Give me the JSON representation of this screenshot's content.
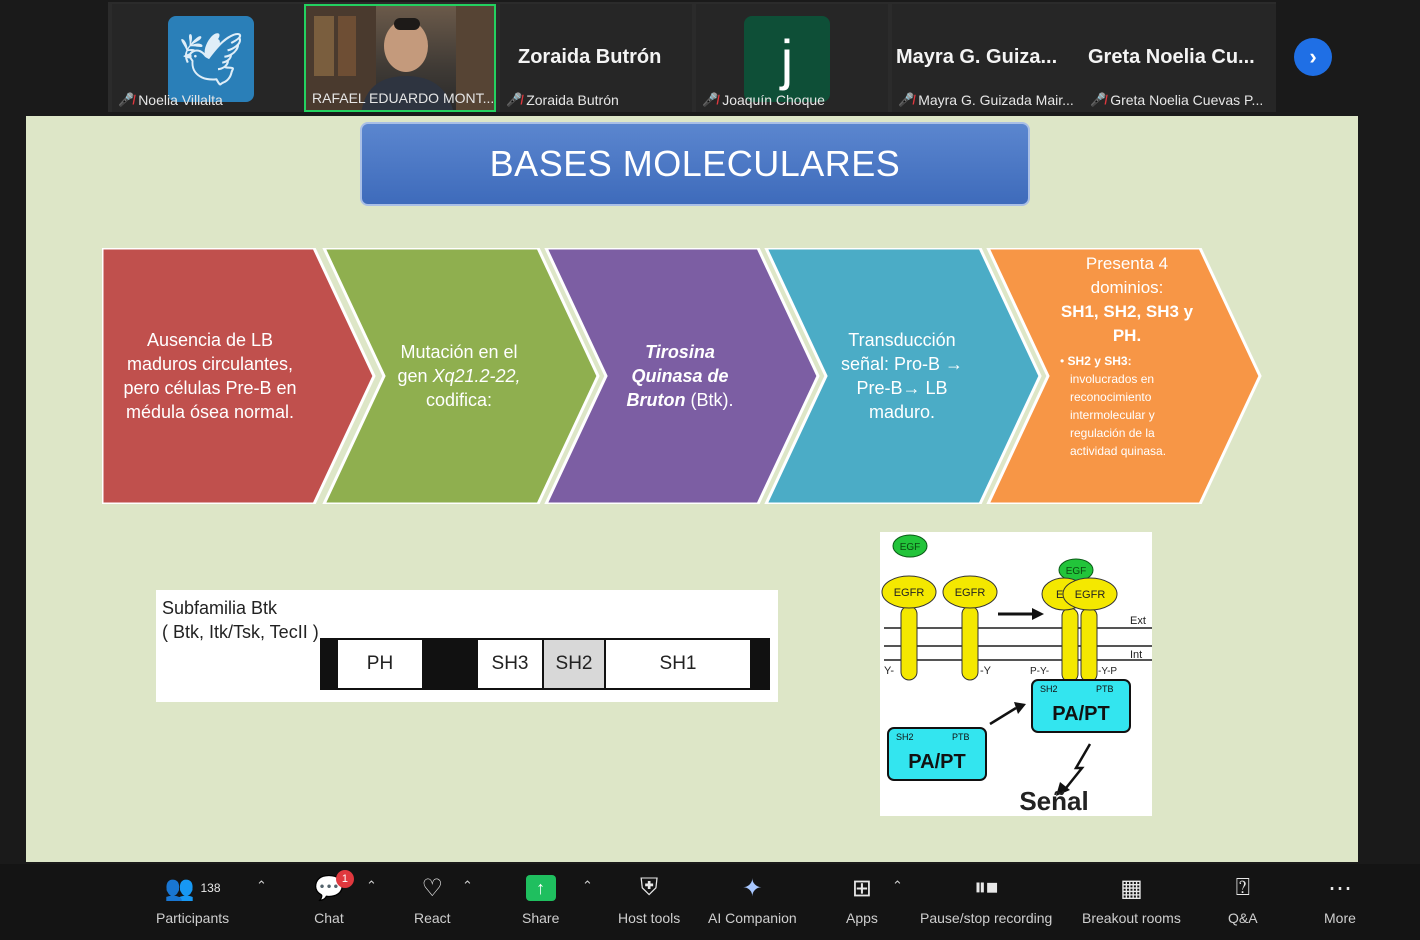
{
  "gallery": {
    "tiles": [
      {
        "name": "Noelia Villalta",
        "muted": true
      },
      {
        "name": "RAFAEL EDUARDO MONT...",
        "muted": false,
        "video": true
      },
      {
        "display": "Zoraida Butrón",
        "name": "Zoraida Butrón",
        "muted": true
      },
      {
        "avatar_letter": "j",
        "name": "Joaquín Choque",
        "muted": true
      },
      {
        "display": "Mayra G. Guiza...",
        "name": "Mayra G. Guizada Mair...",
        "muted": true
      },
      {
        "display": "Greta Noelia Cu...",
        "name": "Greta Noelia Cuevas P...",
        "muted": true
      }
    ]
  },
  "slide": {
    "title": "BASES MOLECULARES",
    "chevrons": [
      {
        "text": "Ausencia de LB maduros circulantes, pero células Pre-B en médula ósea normal.",
        "color": "#c0504d"
      },
      {
        "text_a": "Mutación en el gen ",
        "text_b": "Xq21.2-22,",
        "text_c": " codifica:",
        "color": "#8faf4f"
      },
      {
        "text_a": "Tirosina Quinasa de Bruton",
        "text_b": " (Btk).",
        "color": "#7c5ea3"
      },
      {
        "text": "Transducción señal: Pro-B → Pre-B→ LB maduro.",
        "color": "#4bacc6"
      },
      {
        "head": "Presenta 4 dominios:",
        "domains": "SH1, SH2, SH3 y PH.",
        "bullet_head": "SH2 y SH3:",
        "bullet_text": "involucrados en reconocimiento intermolecular y regulación de la actividad quinasa.",
        "color": "#f79646"
      }
    ],
    "domain_diagram": {
      "title_line1": "Subfamilia Btk",
      "title_line2": "( Btk, Itk/Tsk, TecII )",
      "segments": [
        "PH",
        "SH3",
        "SH2",
        "SH1"
      ]
    },
    "egfr_diagram": {
      "egf": "EGF",
      "receptor": "EGFR",
      "receptor_partial": "E",
      "ext": "Ext",
      "int": "Int",
      "y_left": "Y-",
      "y_right": "-Y",
      "py_left": "P-Y-",
      "py_right": "-Y-P",
      "sh2": "SH2",
      "ptb": "PTB",
      "adaptor": "PA/PT",
      "signal": "Señal"
    }
  },
  "toolbar": {
    "participants_count": "138",
    "chat_badge": "1",
    "items": [
      "Participants",
      "Chat",
      "React",
      "Share",
      "Host tools",
      "AI Companion",
      "Apps",
      "Pause/stop recording",
      "Breakout rooms",
      "Q&A",
      "More"
    ]
  },
  "colors": {
    "accent_green": "#23d160",
    "zoom_blue": "#1f6fe5",
    "share_green": "#1fbf5f",
    "slide_bg": "#dde6c7"
  }
}
